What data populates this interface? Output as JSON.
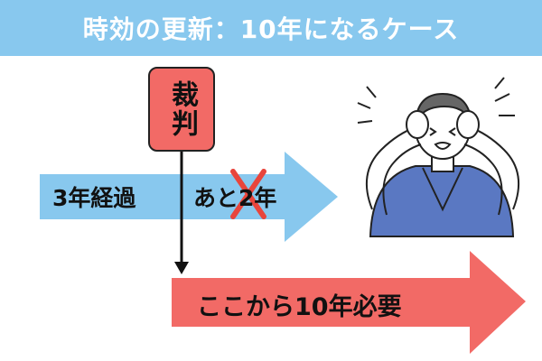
{
  "header": {
    "title": "時効の更新：10年になるケース"
  },
  "diagram": {
    "court_label": "裁判",
    "elapsed_label": "3年経過",
    "remaining_label": "あと2年",
    "new_period_label": "ここから10年必要",
    "icons": [
      "cross-mark-icon",
      "down-arrow-icon",
      "worried-person-icon"
    ],
    "colors": {
      "banner": "#88c8ee",
      "blue_arrow": "#88c8ee",
      "red_arrow": "#f26a66",
      "court_box": "#f26a66",
      "cross": "#e8453c"
    }
  }
}
